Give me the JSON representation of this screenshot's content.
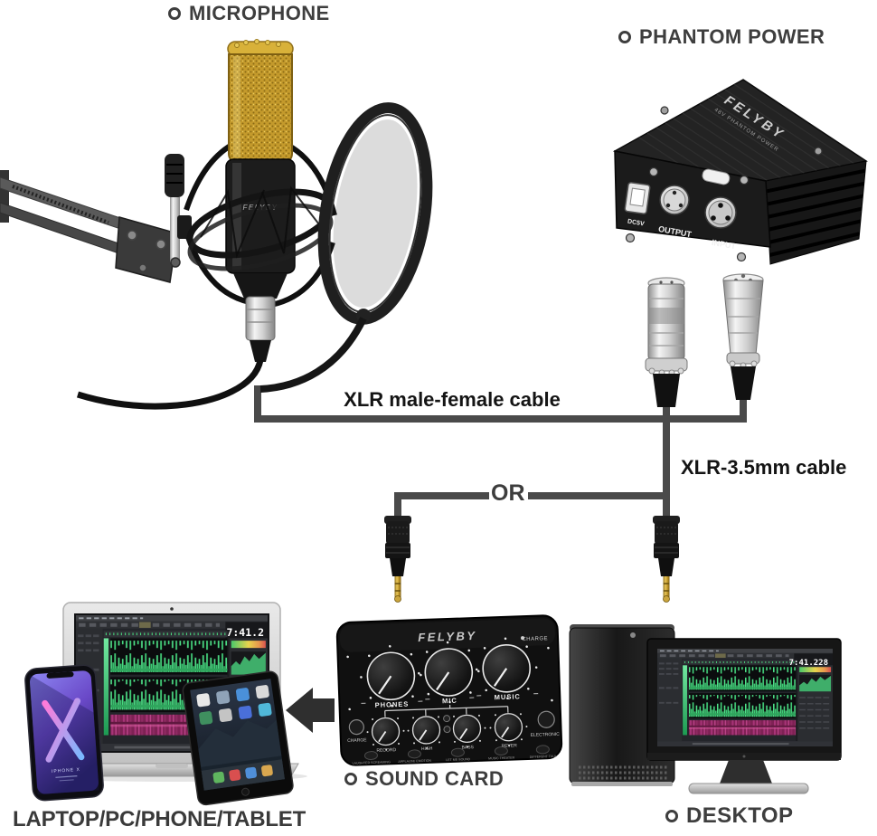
{
  "labels": {
    "microphone": "MICROPHONE",
    "phantom_power": "PHANTOM POWER",
    "sound_card": "SOUND CARD",
    "desktop": "DESKTOP",
    "devices": "LAPTOP/PC/PHONE/TABLET"
  },
  "cables": {
    "xlr_male_female": "XLR male-female cable",
    "xlr_35mm": "XLR-3.5mm cable",
    "or_text": "OR"
  },
  "phantom_device": {
    "brand": "FELYBY",
    "power_text": "48V PHANTOM POWER",
    "usb_label": "DC5V",
    "output_label": "OUTPUT",
    "input_label": "INPUT"
  },
  "mic_device": {
    "brand": "FELYBY"
  },
  "sound_card_device": {
    "brand": "FELYBY",
    "charge_indicator": "CHARGE",
    "knob_phones": "PHONES",
    "knob_mic": "MIC",
    "knob_music": "MUSIC",
    "sub_knobs": [
      "RECORD",
      "HIGH",
      "BASS",
      "REVER"
    ],
    "left_knob_label": "CHARGE",
    "right_knob_label": "ELECTRONIC",
    "mode_buttons": [
      "LAUGHTER SCREAMING",
      "APPLAUSE EMOTION",
      "LET ME SOUND",
      "MUSIC THEATER",
      "DIFFERENT TALK"
    ]
  },
  "screens": {
    "desktop_timer": "7:41.228",
    "laptop_timer": "7:41.2",
    "phone_caption": "IPHONE X"
  },
  "colors": {
    "line_gray": "#4a4a4a",
    "label_text": "#3e3e3e",
    "waveform_green": "#45d97e",
    "spectrogram_magenta": "#a83478",
    "mic_gold": "#c49a2c",
    "device_black": "#111111"
  }
}
